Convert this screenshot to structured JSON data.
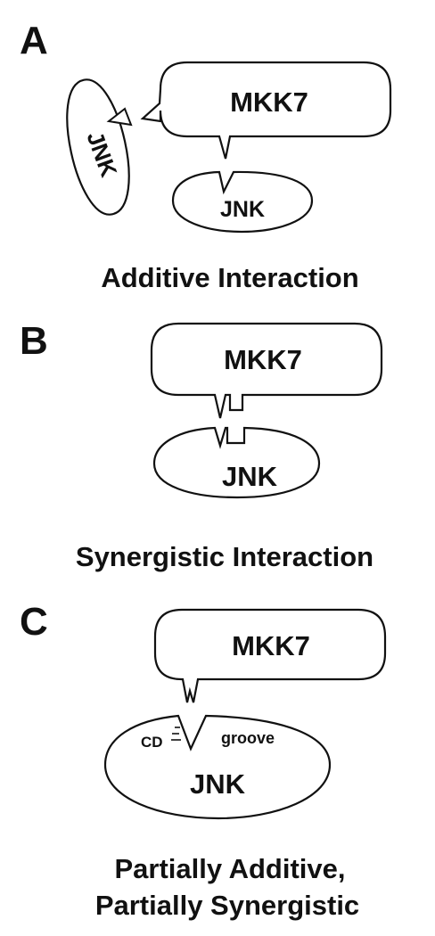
{
  "panel_a": {
    "letter": "A",
    "mkk7_label": "MKK7",
    "jnk_left_label": "JNK",
    "jnk_bottom_label": "JNK",
    "caption": "Additive Interaction"
  },
  "panel_b": {
    "letter": "B",
    "mkk7_label": "MKK7",
    "jnk_label": "JNK",
    "caption": "Synergistic Interaction"
  },
  "panel_c": {
    "letter": "C",
    "mkk7_label": "MKK7",
    "jnk_label": "JNK",
    "cd_label": "CD",
    "groove_label": "groove",
    "caption_line1": "Partially Additive,",
    "caption_line2": "Partially Synergistic"
  }
}
